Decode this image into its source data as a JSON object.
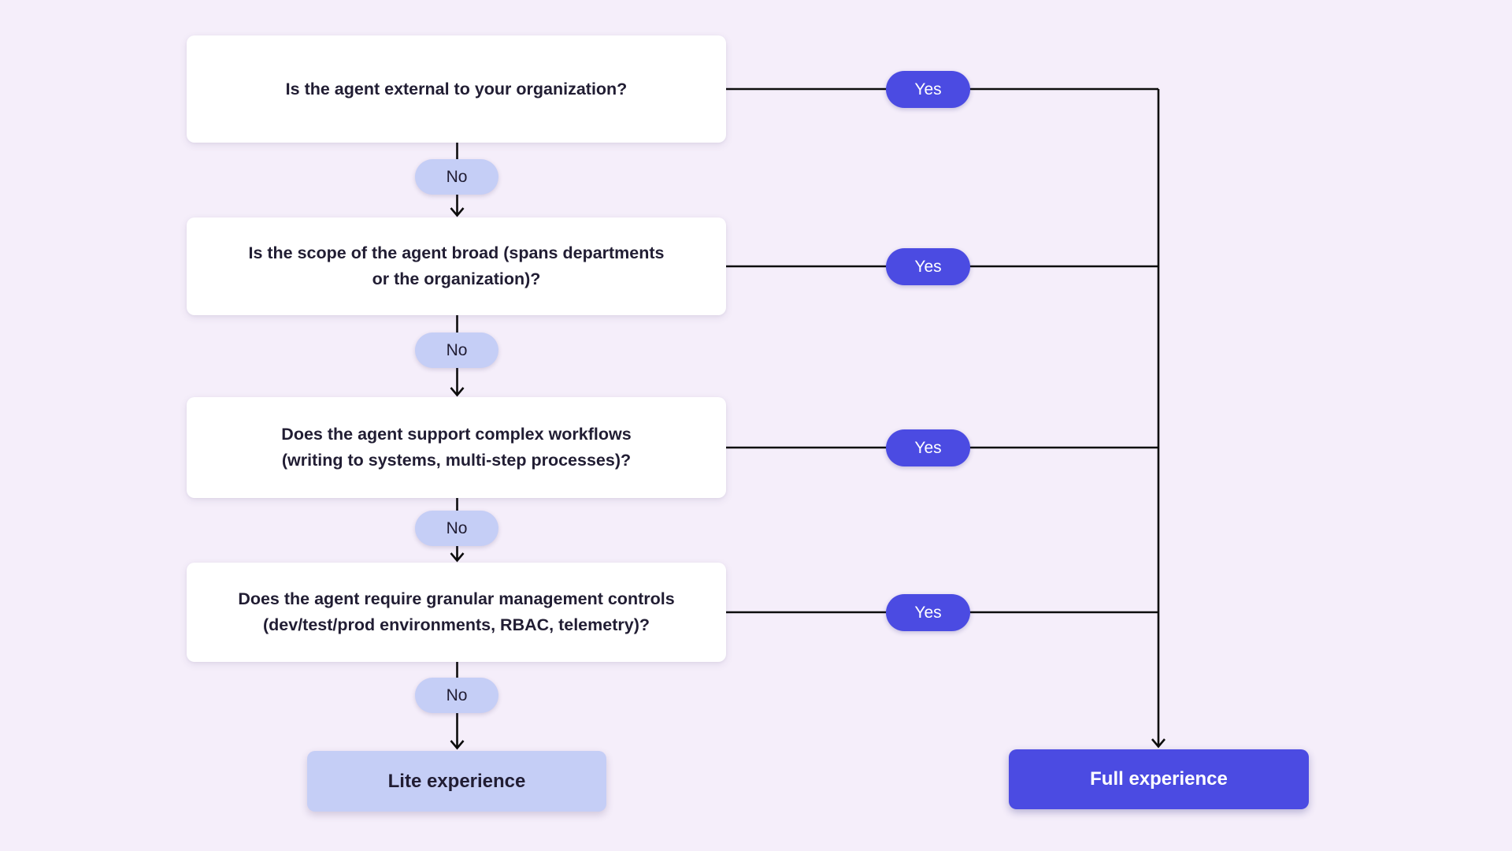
{
  "diagram": {
    "questions": [
      {
        "line1": "Is the agent external to your organization?",
        "line2": ""
      },
      {
        "line1": "Is the scope of the agent broad (spans departments",
        "line2": "or the organization)?"
      },
      {
        "line1": "Does the agent support complex workflows",
        "line2": "(writing to systems, multi-step processes)?"
      },
      {
        "line1": "Does the agent require granular management controls",
        "line2": "(dev/test/prod environments, RBAC, telemetry)?"
      }
    ],
    "yes_label": "Yes",
    "no_label": "No",
    "outcomes": {
      "lite_label": "Lite experience",
      "full_label": "Full experience"
    },
    "colors": {
      "bg": "#F5EEFA",
      "card": "#FFFFFF",
      "accent": "#4B4BE2",
      "accent-light": "#C5CEF6",
      "text-dark": "#211D33",
      "line": "#0D0D0D"
    }
  }
}
